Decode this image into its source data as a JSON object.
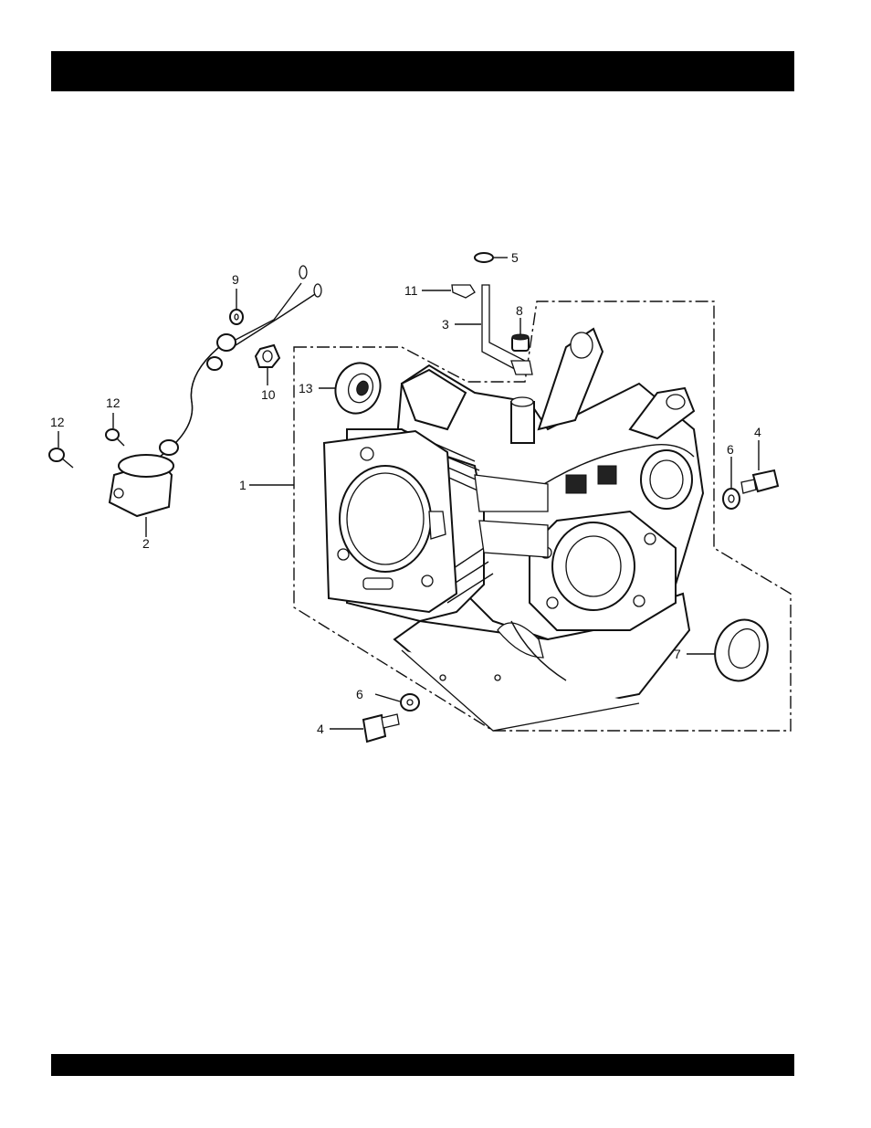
{
  "header": {
    "bar_color": "#000000"
  },
  "footer": {
    "bar_color": "#000000"
  },
  "callouts": {
    "c1": "1",
    "c2": "2",
    "c3": "3",
    "c4a": "4",
    "c4b": "4",
    "c5": "5",
    "c6a": "6",
    "c6b": "6",
    "c7": "7",
    "c8": "8",
    "c9": "9",
    "c10": "10",
    "c11": "11",
    "c12a": "12",
    "c12b": "12",
    "c13": "13"
  }
}
